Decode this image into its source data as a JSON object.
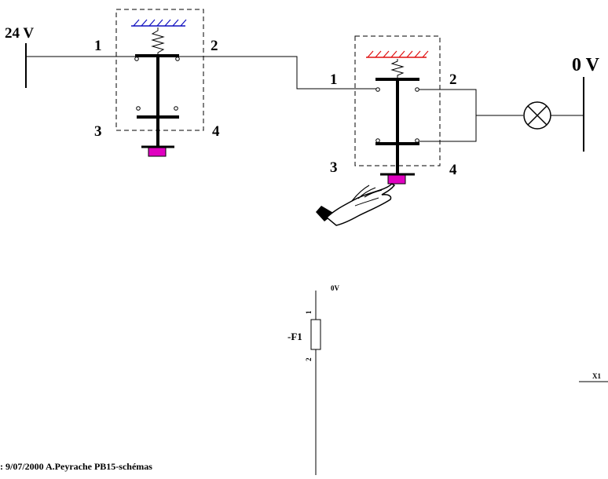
{
  "supply": {
    "plus": "24 V",
    "minus": "0 V"
  },
  "button_left": {
    "t1": "1",
    "t2": "2",
    "t3": "3",
    "t4": "4"
  },
  "button_right": {
    "t1": "1",
    "t2": "2",
    "t3": "3",
    "t4": "4"
  },
  "schematic": {
    "rail_label": "0V",
    "fuse_label": "-F1",
    "fuse_pin_top": "1",
    "fuse_pin_bottom": "2",
    "terminal_label": "X1"
  },
  "footer": {
    "text": ": 9/07/2000  A.Peyrache  PB15-schémas"
  },
  "colors": {
    "button_cap": "#e000c0",
    "fixed_hatch_left": "#1010c0",
    "fixed_hatch_right": "#e01010",
    "line": "#000000"
  },
  "icons": {
    "lamp": "lamp-icon",
    "hand": "pressing-hand-icon"
  }
}
